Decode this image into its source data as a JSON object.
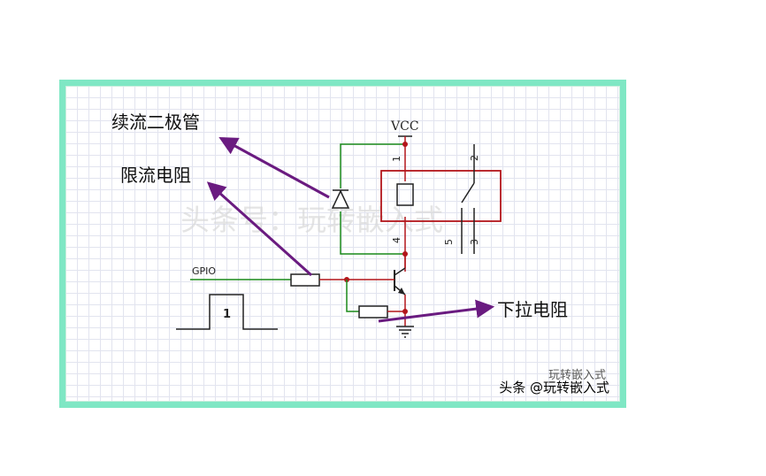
{
  "labels": {
    "flyback_diode": "续流二极管",
    "current_limit_resistor": "限流电阻",
    "pulldown_resistor": "下拉电阻",
    "vcc": "VCC",
    "gpio": "GPIO",
    "pulse_value": "1",
    "pin_1": "1",
    "pin_2": "2",
    "pin_3": "3",
    "pin_4": "4",
    "pin_5": "5"
  },
  "watermarks": {
    "center": "头条号：玩转嵌入式",
    "wechat": "玩转嵌入式",
    "footer": "头条 @玩转嵌入式"
  },
  "colors": {
    "annotation": "#6a1b80",
    "wire_green": "#1a8a1a",
    "wire_red": "#b3161b",
    "frame": "#7fe7c4"
  }
}
